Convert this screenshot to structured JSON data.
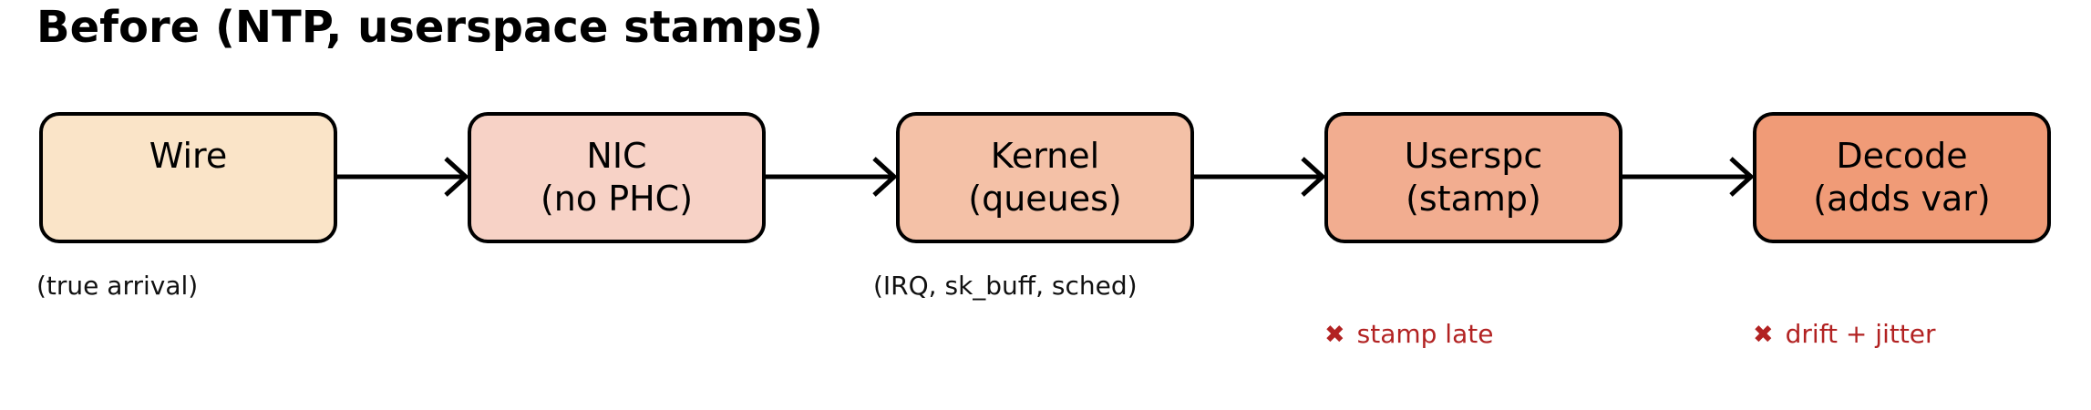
{
  "title": "Before (NTP, userspace stamps)",
  "colors": {
    "background": "#ffffff",
    "box_border": "#000000",
    "arrow": "#000000",
    "box_text": "#000000",
    "note_text": "#111111",
    "error": "#b22222"
  },
  "flow": {
    "nodes": [
      {
        "id": "wire",
        "line1": "Wire",
        "line2": "",
        "fill": "#fae4c8"
      },
      {
        "id": "nic",
        "line1": "NIC",
        "line2": "(no PHC)",
        "fill": "#f7d2c6"
      },
      {
        "id": "kernel",
        "line1": "Kernel",
        "line2": "(queues)",
        "fill": "#f4c1a7"
      },
      {
        "id": "userspc",
        "line1": "Userspc",
        "line2": "(stamp)",
        "fill": "#f2ad90"
      },
      {
        "id": "decode",
        "line1": "Decode",
        "line2": "(adds var)",
        "fill": "#f09b77"
      }
    ]
  },
  "annotations": {
    "wire_note": "(true arrival)",
    "kernel_note": "(IRQ, sk_buff, sched)",
    "userspc_issue": {
      "icon": "✖",
      "text": "stamp late"
    },
    "decode_issue": {
      "icon": "✖",
      "text": "drift + jitter"
    }
  }
}
